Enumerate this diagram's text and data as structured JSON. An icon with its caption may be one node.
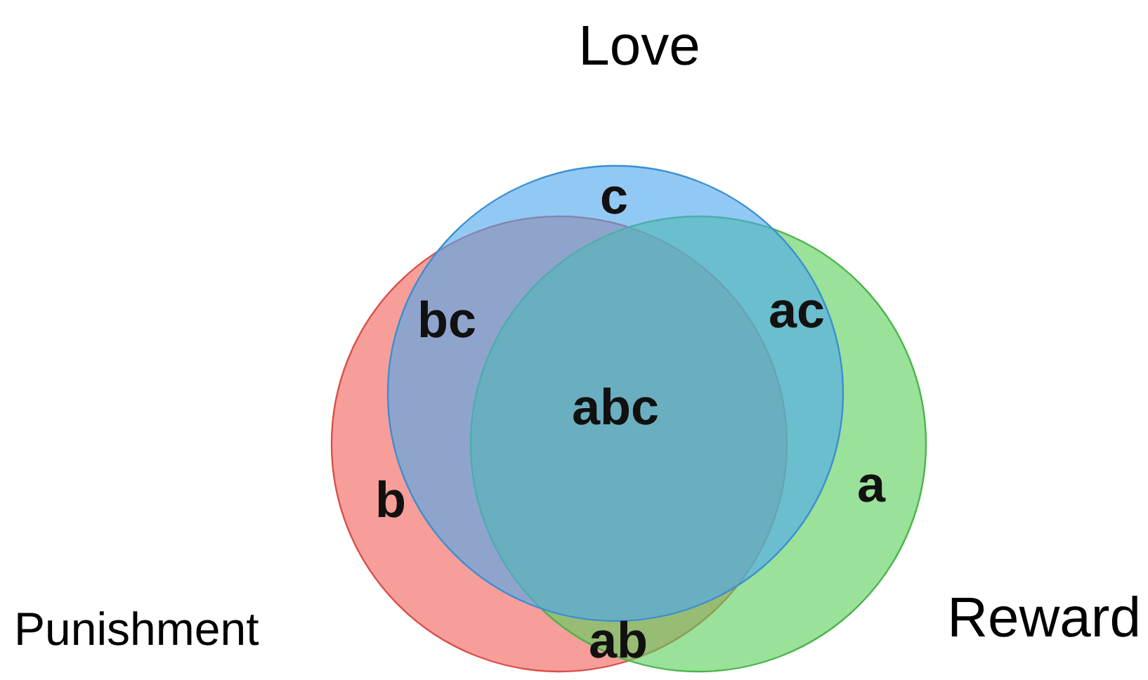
{
  "diagram": {
    "nodes": [
      {
        "text": [
          "Love"
        ]
      },
      {
        "text": [
          "Punishment"
        ]
      },
      {
        "text": [
          "Reward"
        ]
      }
    ],
    "labels": [
      "c",
      "bc",
      "ac",
      "abc",
      "b",
      "a",
      "ab"
    ]
  }
}
